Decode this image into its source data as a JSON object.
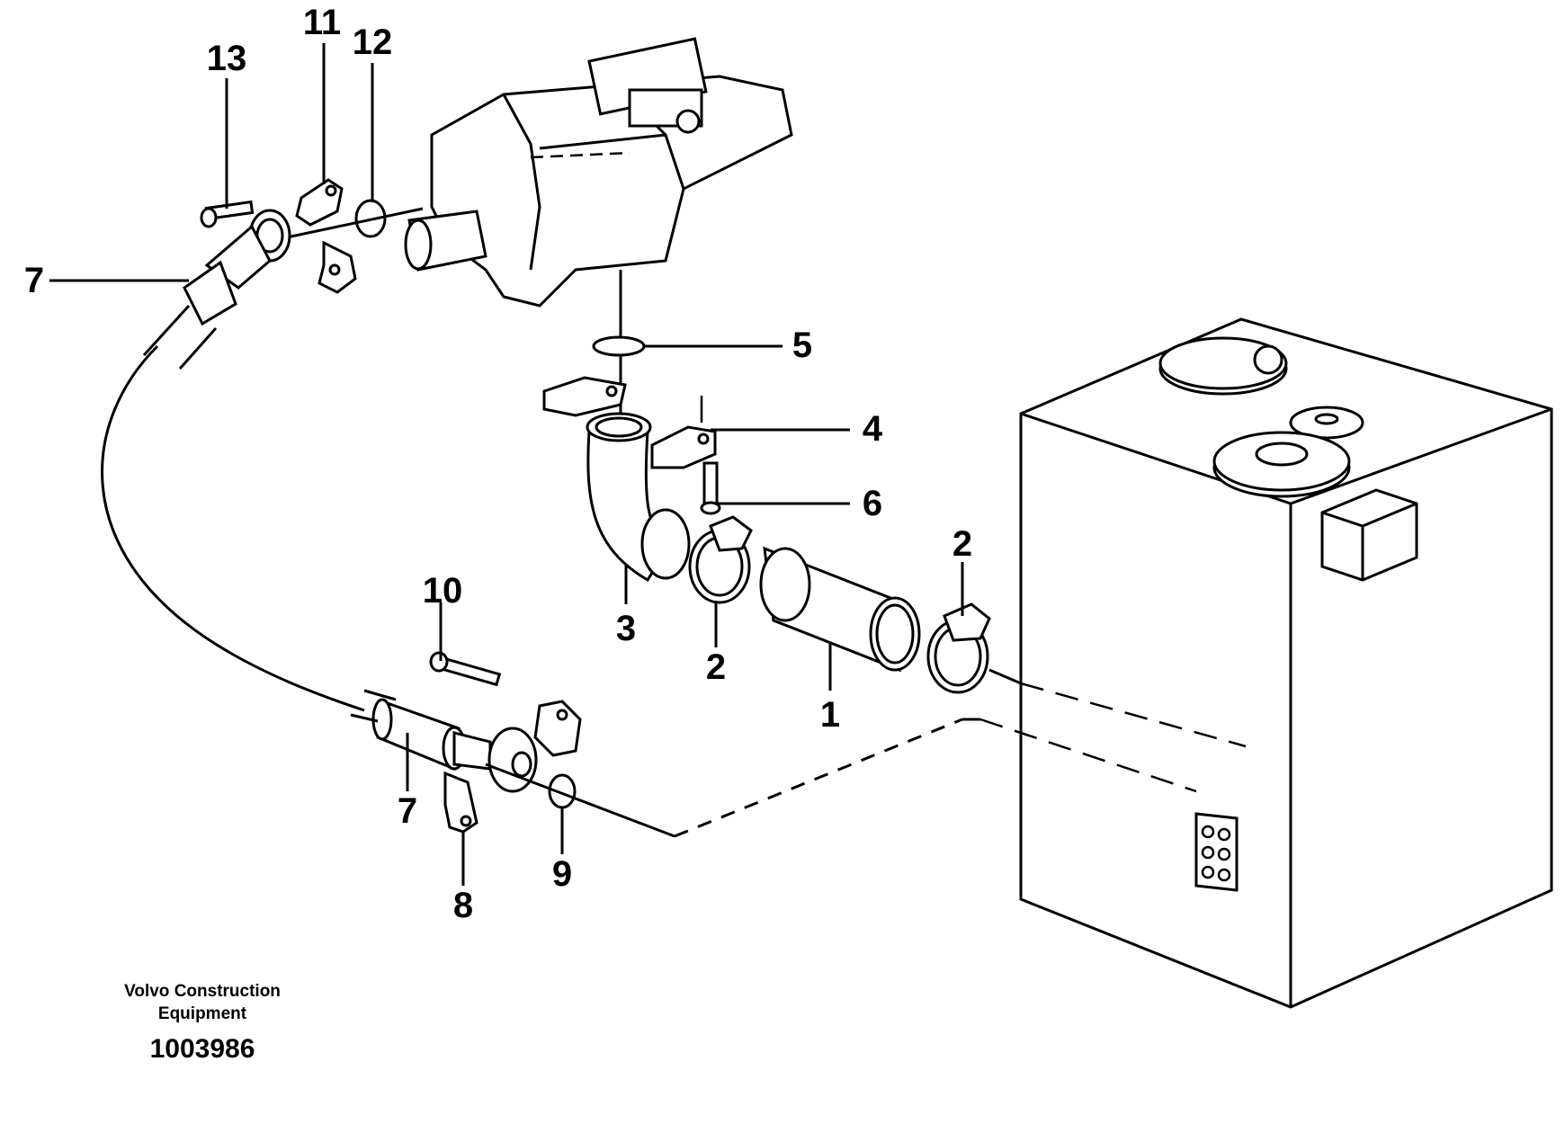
{
  "callouts": {
    "c1": "1",
    "c2a": "2",
    "c2b": "2",
    "c3": "3",
    "c4": "4",
    "c5": "5",
    "c6": "6",
    "c7a": "7",
    "c7b": "7",
    "c8": "8",
    "c9": "9",
    "c10": "10",
    "c11": "11",
    "c12": "12",
    "c13": "13"
  },
  "credit": {
    "line1": "Volvo Construction",
    "line2": "Equipment",
    "drawing_number": "1003986"
  }
}
